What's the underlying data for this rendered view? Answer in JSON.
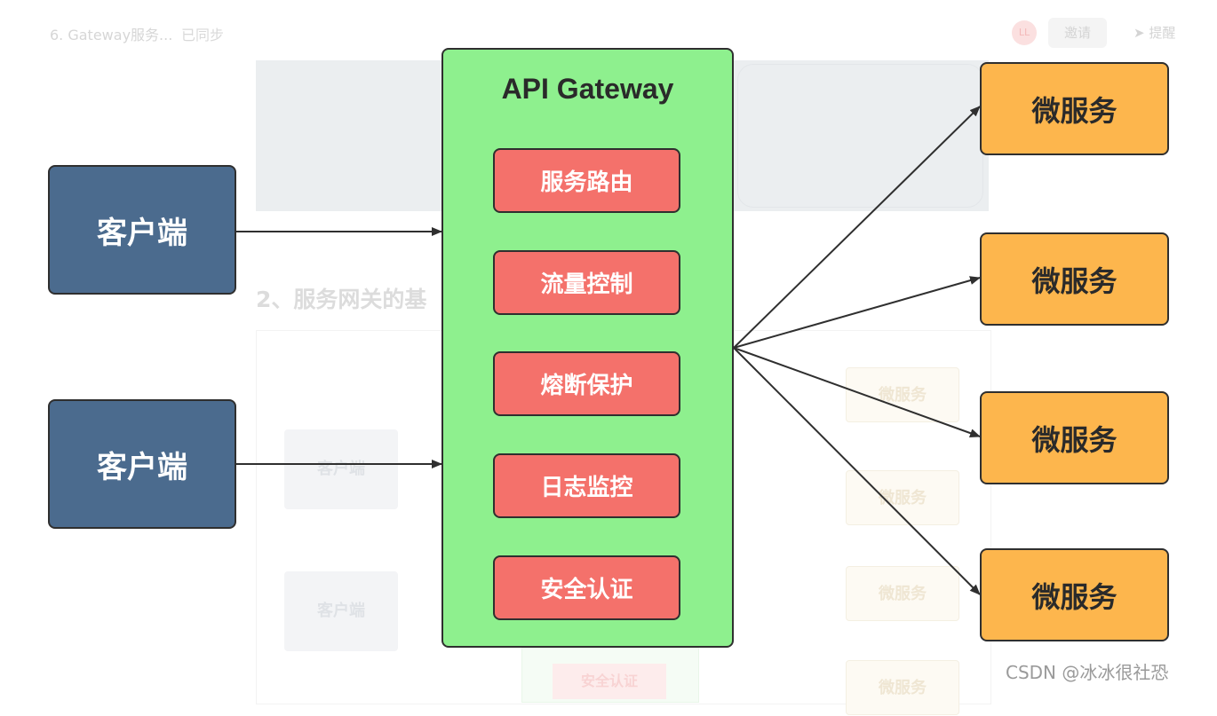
{
  "background": {
    "doc_title": "6. Gateway服务...",
    "sync_status": "已同步",
    "avatar_text": "LL",
    "invite_label": "邀请",
    "remind_label": "提醒",
    "section_heading": "2、服务网关的基",
    "ghost_client_label": "客户端",
    "ghost_ms_label": "微服务",
    "ghost_auth_label": "安全认证"
  },
  "diagram": {
    "clients": [
      "客户端",
      "客户端"
    ],
    "gateway_title": "API Gateway",
    "features": [
      "服务路由",
      "流量控制",
      "熔断保护",
      "日志监控",
      "安全认证"
    ],
    "microservices": [
      "微服务",
      "微服务",
      "微服务",
      "微服务"
    ]
  },
  "watermark": "CSDN @冰冰很社恐",
  "colors": {
    "client_fill": "#4b6b8e",
    "gateway_fill": "#8ef08e",
    "feature_fill": "#f4716b",
    "microservice_fill": "#fdb64d",
    "border": "#2f2f2f"
  }
}
